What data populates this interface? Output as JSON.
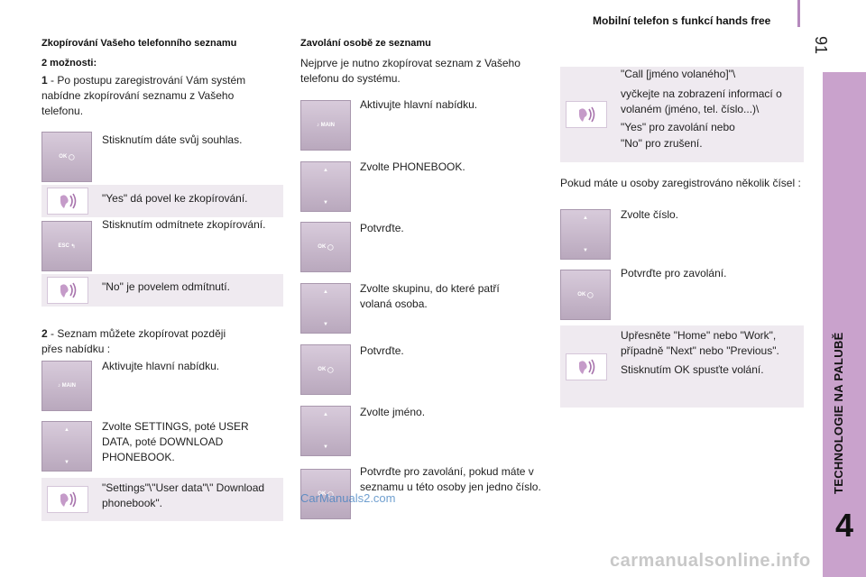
{
  "header": {
    "title": "Mobilní telefon s funkcí hands free",
    "page_number": "91"
  },
  "sidebar": {
    "vertical_title": "TECHNOLOGIE NA PALUBĚ",
    "chapter_number": "4"
  },
  "left": {
    "heading": "Zkopírování Vašeho telefonního seznamu",
    "options": "2 možnosti:",
    "p1_num": "1",
    "p1_text": " - Po postupu zaregistrování Vám systém nabídne zkopírování seznamu z Vašeho telefonu.",
    "step_ok": "Stisknutím dáte svůj souhlas.",
    "voice_yes": "\"Yes\" dá povel ke zkopírování.",
    "step_esc": "Stisknutím odmítnete zkopírování.",
    "voice_no": "\"No\" je povelem odmítnutí.",
    "p2_num": "2",
    "p2_text": " - Seznam můžete zkopírovat později přes nabídku :",
    "step_main": "Aktivujte hlavní nabídku.",
    "step_settings": "Zvolte SETTINGS, poté USER DATA, poté DOWNLOAD PHONEBOOK.",
    "voice_settings": "\"Settings\"\\\"User data\"\\\" Download phonebook\"."
  },
  "middle": {
    "heading": "Zavolání osobě ze seznamu",
    "intro": "Nejprve je nutno zkopírovat seznam z Vašeho telefonu do systému.",
    "steps": [
      "Aktivujte hlavní nabídku.",
      "Zvolte PHONEBOOK.",
      "Potvrďte.",
      "Zvolte skupinu, do které patří volaná osoba.",
      "Potvrďte.",
      "Zvolte jméno.",
      "Potvrďte pro zavolání, pokud máte v seznamu u této osoby jen jedno číslo."
    ]
  },
  "right": {
    "voice_call_1": "\"Call [jméno volaného]\"\\",
    "voice_call_2": "vyčkejte na zobrazení informací o volaném (jméno, tel. číslo...)\\",
    "voice_call_3": "\"Yes\" pro zavolání nebo",
    "voice_call_4": "\"No\" pro zrušení.",
    "multi_intro": "Pokud máte u osoby zaregistrováno několik čísel :",
    "step_select": "Zvolte číslo.",
    "step_confirm": "Potvrďte pro zavolání.",
    "voice_specify_1": "Upřesněte \"Home\" nebo \"Work\", případně \"Next\" nebo \"Previous\".",
    "voice_specify_2": "Stisknutím OK spusťte volání."
  },
  "buttons": {
    "ok": "OK",
    "esc": "ESC",
    "main": "MAIN"
  },
  "watermarks": {
    "link": "CarManuals2.com",
    "bottom": "carmanualsonline.info"
  }
}
